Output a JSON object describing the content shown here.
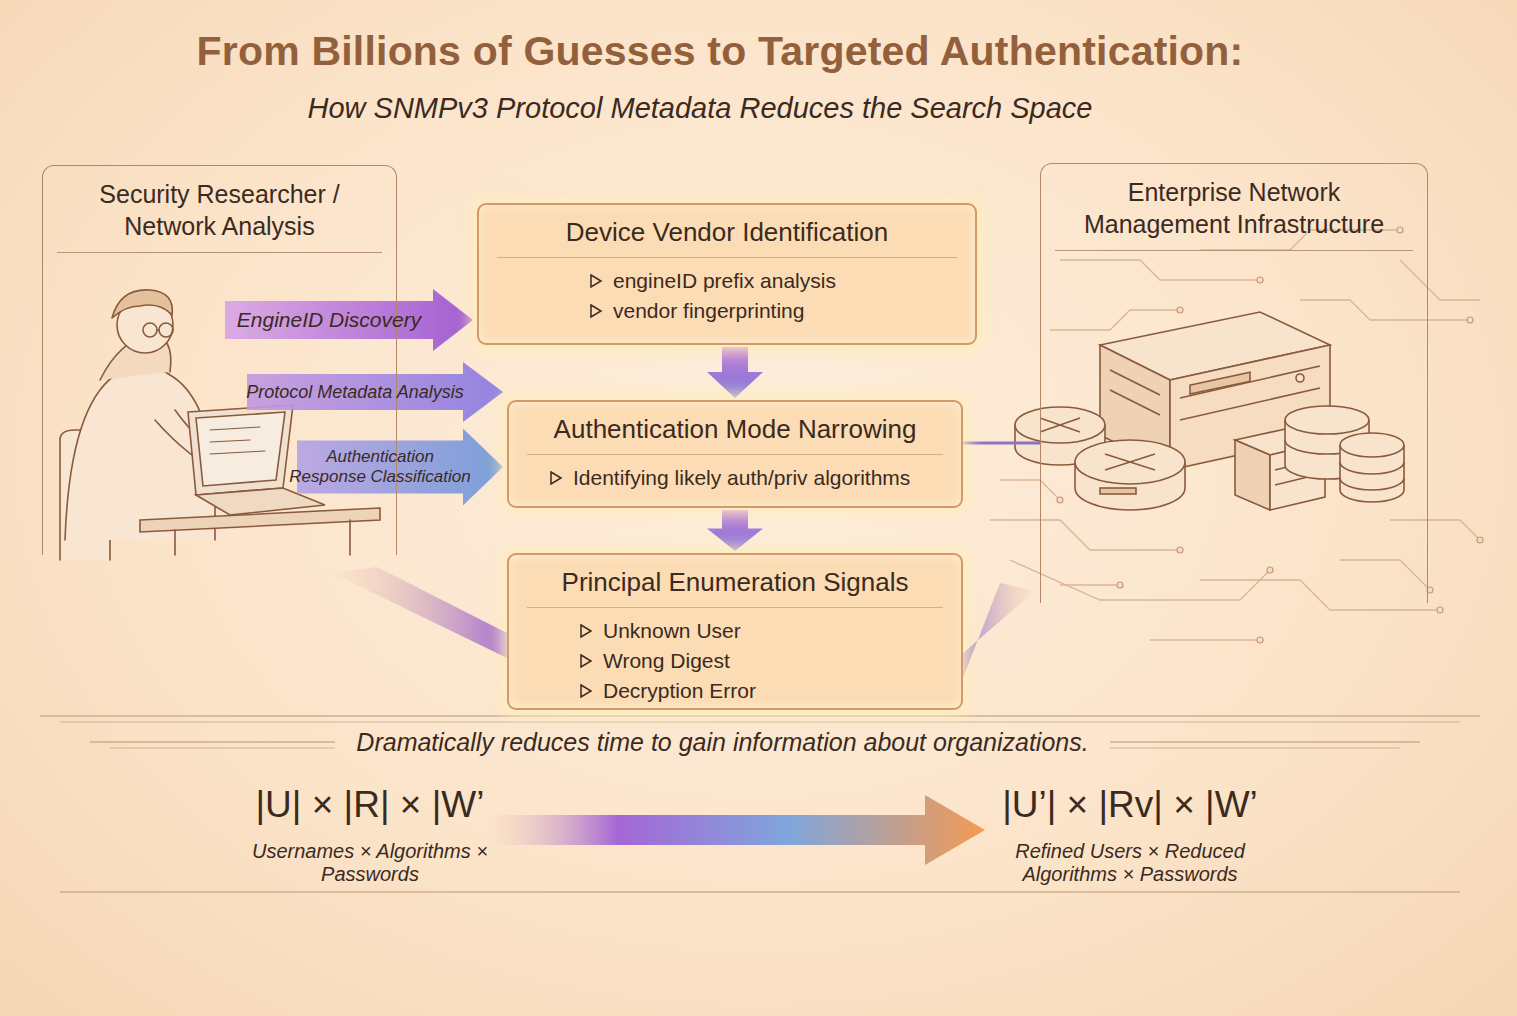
{
  "diagram": {
    "title": "From Billions of Guesses to Targeted Authentication:",
    "nodes": [
      {
        "text": [
          "Security Researcher / Network Analysis"
        ]
      },
      {
        "text": [
          "Device Vendor Identification",
          "engineID prefix analysis",
          "vendor fingerprinting"
        ]
      },
      {
        "text": [
          "Authentication Mode Narrowing",
          "Identifying likely auth/priv algorithms"
        ]
      },
      {
        "text": [
          "Principal Enumeration Signals",
          "Unknown User",
          "Wrong Digest",
          "Decryption Error"
        ]
      },
      {
        "text": [
          "Enterprise Network Management Infrastructure"
        ]
      }
    ],
    "edges": [
      {
        "from": 0,
        "to": 1,
        "arrow": "to",
        "label": "EngineID Discovery"
      },
      {
        "from": 0,
        "to": 2,
        "arrow": "to",
        "label": "Protocol Metadata Analysis"
      },
      {
        "from": 0,
        "to": 2,
        "arrow": "to",
        "label": "Authentication Response Classification"
      },
      {
        "from": 1,
        "to": 2,
        "arrow": "to"
      },
      {
        "from": 2,
        "to": 3,
        "arrow": "to"
      },
      {
        "from": 4,
        "to": 2,
        "arrow": "none"
      },
      {
        "from": 0,
        "to": 3,
        "arrow": "none"
      },
      {
        "from": 4,
        "to": 3,
        "arrow": "none"
      }
    ],
    "labels": [
      "How SNMPv3 Protocol Metadata Reduces the Search Space",
      "Dramatically reduces time to gain information about organizations.",
      "|U| × |R| × |W’",
      "Usernames × Algorithms × Passwords",
      "|U’| × |Rv| × |W’",
      "Refined Users × Reduced Algorithms × Passwords"
    ]
  }
}
